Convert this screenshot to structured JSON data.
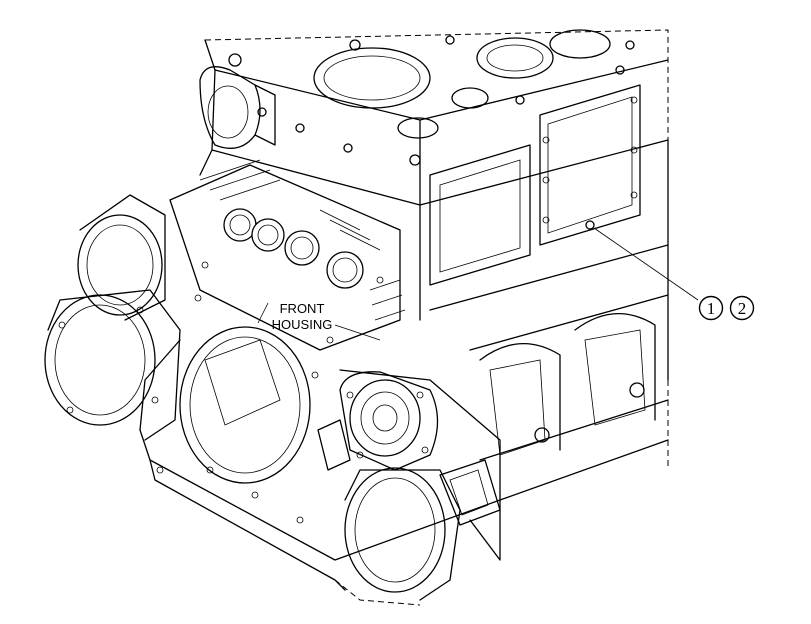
{
  "labels": {
    "front_housing_line1": "FRONT",
    "front_housing_line2": "HOUSING"
  },
  "callouts": [
    {
      "number": "1"
    },
    {
      "number": "2"
    }
  ],
  "colors": {
    "ink": "#000000",
    "paper": "#ffffff"
  }
}
